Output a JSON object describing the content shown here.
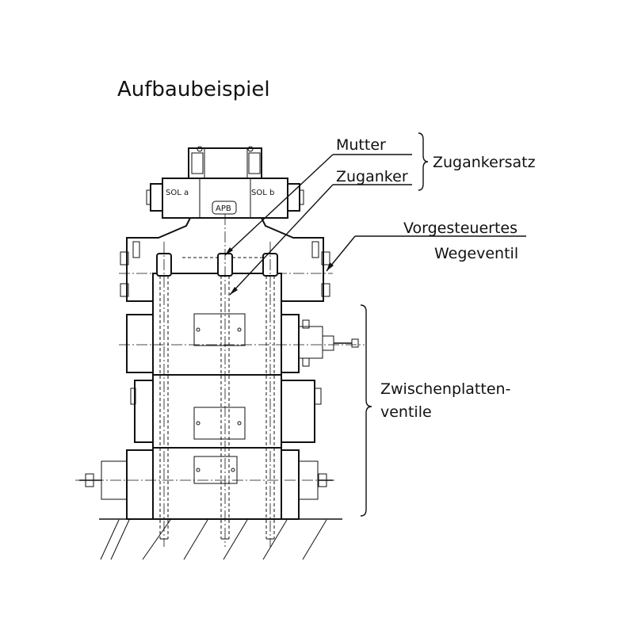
{
  "title": "Aufbaubeispiel",
  "labels": {
    "mutter": "Mutter",
    "zuganker": "Zuganker",
    "zugankersatz": "Zugankersatz",
    "vorgesteuertes_line1": "Vorgesteuertes",
    "vorgesteuertes_line2": "Wegeventil",
    "zwischen_line1": "Zwischenplatten-",
    "zwischen_line2": "ventile",
    "sol_a": "SOL a",
    "sol_b": "SOL b",
    "apb": "APB"
  }
}
